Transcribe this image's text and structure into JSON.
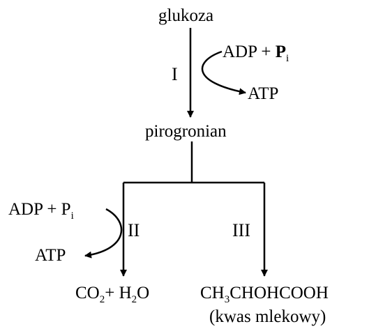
{
  "top": {
    "substrate": "glukoza",
    "intermediate": "pirogronian"
  },
  "stage_I": {
    "label": "I",
    "input_adp": "ADP + ",
    "input_p": "P",
    "input_p_sub": "i",
    "output": "ATP"
  },
  "stage_II": {
    "label": "II",
    "input_adp": "ADP + P",
    "input_p_sub": "i",
    "output_atp": "ATP",
    "product_co2": "CO",
    "product_co2_sub": "2",
    "product_plus_h": "+ H",
    "product_h2o_sub": "2",
    "product_o": "O"
  },
  "stage_III": {
    "label": "III",
    "product_a": "CH",
    "product_a_sub": "3",
    "product_b": "CHOHCOOH",
    "product_name": "(kwas mlekowy)"
  }
}
